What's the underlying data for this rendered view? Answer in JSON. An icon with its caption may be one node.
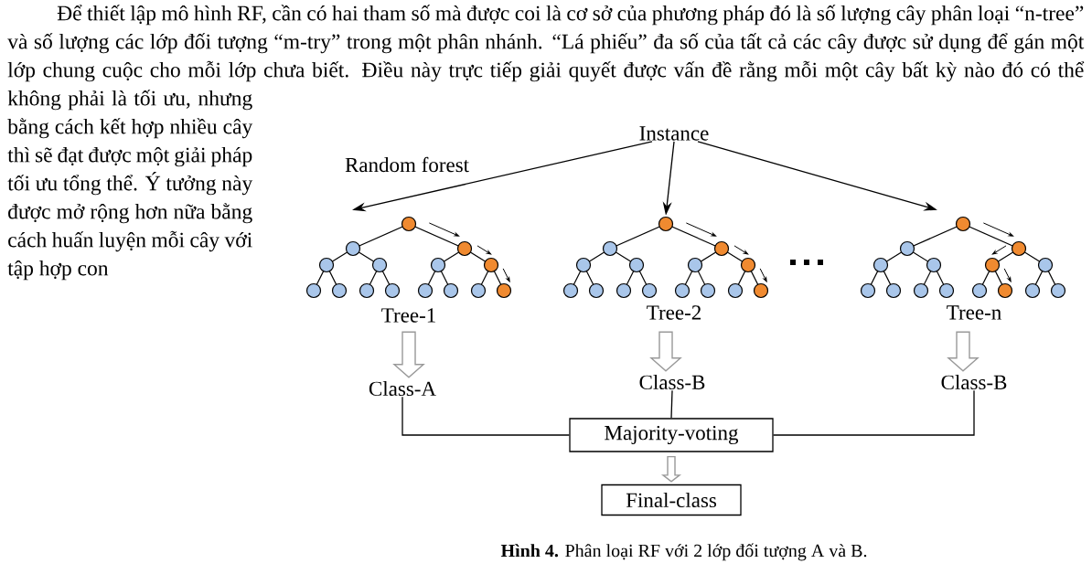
{
  "diagram": {
    "caption": "**Hình 4.** Phân loại RF với 2 lớp đối tượng A và B.",
    "nodes": [
      {
        "text": [
          "Instance"
        ]
      },
      {
        "text": [],
        "shape": "picture",
        "beside": [
          "Tree-1"
        ]
      },
      {
        "text": [],
        "shape": "picture",
        "beside": [
          "Tree-2"
        ]
      },
      {
        "text": [],
        "shape": "picture",
        "beside": [
          "Tree-n"
        ]
      },
      {
        "text": [
          "Class-A"
        ]
      },
      {
        "text": [
          "Class-B"
        ]
      },
      {
        "text": [
          "Class-B"
        ]
      },
      {
        "text": [
          "Majority-voting"
        ]
      },
      {
        "text": [
          "Final-class"
        ]
      }
    ],
    "edges": [
      {
        "from": 0,
        "to": 1,
        "arrow": "to"
      },
      {
        "from": 0,
        "to": 2,
        "arrow": "to"
      },
      {
        "from": 0,
        "to": 3,
        "arrow": "to"
      },
      {
        "from": 1,
        "to": 4,
        "arrow": "to",
        "style": "thick",
        "color": "#999999"
      },
      {
        "from": 2,
        "to": 5,
        "arrow": "to",
        "style": "thick",
        "color": "#999999"
      },
      {
        "from": 3,
        "to": 6,
        "arrow": "to",
        "style": "thick",
        "color": "#999999"
      },
      {
        "from": 4,
        "to": 7,
        "arrow": "none"
      },
      {
        "from": 5,
        "to": 7,
        "arrow": "none"
      },
      {
        "from": 6,
        "to": 7,
        "arrow": "none"
      },
      {
        "from": 7,
        "to": 8,
        "arrow": "to",
        "style": "thick",
        "color": "#999999"
      }
    ],
    "labels": [
      "Để thiết lập mô hình RF, cần có hai tham số mà được coi là cơ sở của phương pháp đó là số lượng cây phân loại “n-tree” và số lượng các lớp đối tượng “m-try” trong một phân nhánh. “Lá phiếu” đa số của tất cả các cây được sử dụng để gán một lớp chung cuộc cho mỗi lớp chưa biết. Điều này trực tiếp giải quyết được vấn đề rằng mỗi một cây bất kỳ nào đó có thể không phải là tối ưu, nhưng bằng cách kết hợp nhiều cây thì sẽ đạt được một giải pháp tối ưu tổng thể. Ý tưởng này được mở rộng hơn nữa bằng cách huấn luyện mỗi cây với tập hợp con",
      "Random forest"
    ]
  }
}
